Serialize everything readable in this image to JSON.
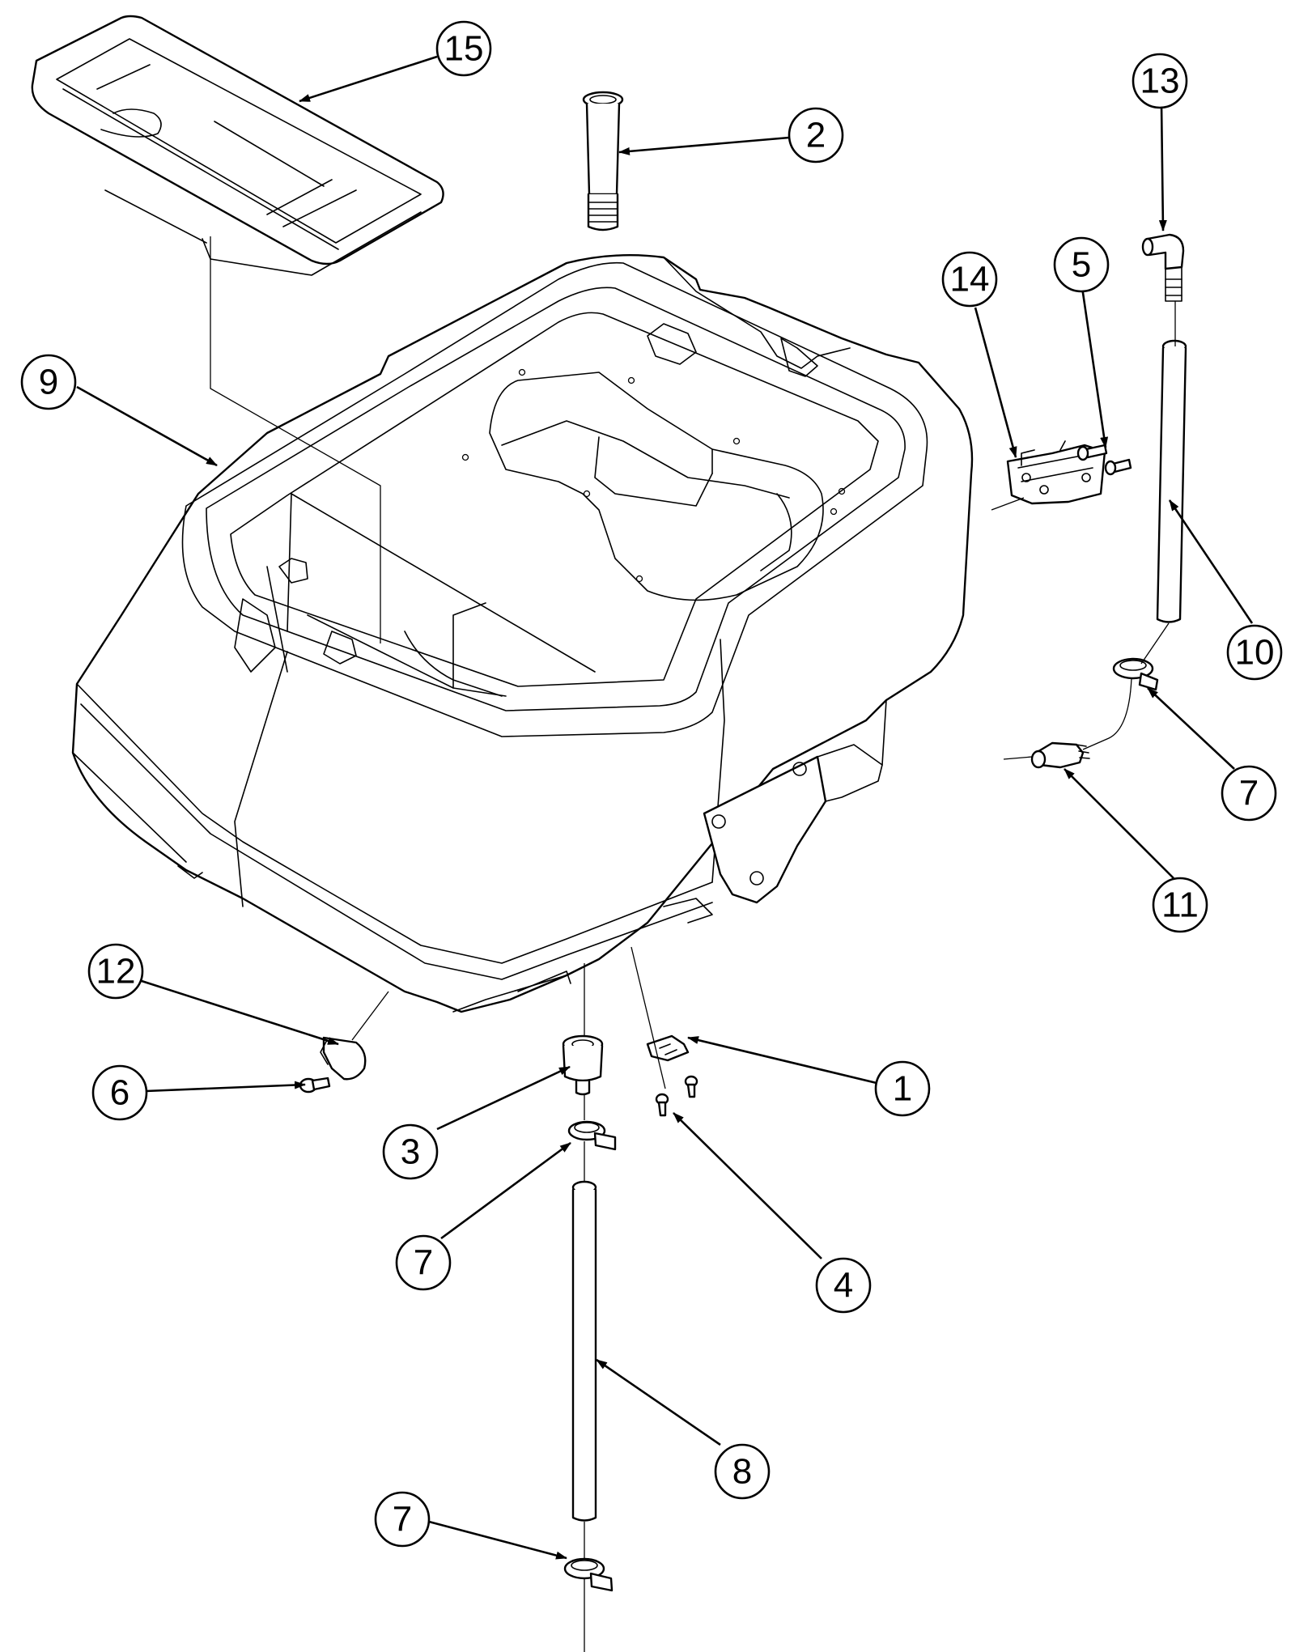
{
  "diagram": {
    "callouts": [
      {
        "id": "c15",
        "label": "15"
      },
      {
        "id": "c2",
        "label": "2"
      },
      {
        "id": "c13",
        "label": "13"
      },
      {
        "id": "c14",
        "label": "14"
      },
      {
        "id": "c5",
        "label": "5"
      },
      {
        "id": "c9",
        "label": "9"
      },
      {
        "id": "c10",
        "label": "10"
      },
      {
        "id": "c7a",
        "label": "7"
      },
      {
        "id": "c11",
        "label": "11"
      },
      {
        "id": "c12",
        "label": "12"
      },
      {
        "id": "c6",
        "label": "6"
      },
      {
        "id": "c1",
        "label": "1"
      },
      {
        "id": "c3",
        "label": "3"
      },
      {
        "id": "c7b",
        "label": "7"
      },
      {
        "id": "c4",
        "label": "4"
      },
      {
        "id": "c8",
        "label": "8"
      },
      {
        "id": "c7c",
        "label": "7"
      }
    ],
    "colors": {
      "line": "#000000",
      "background": "#ffffff"
    }
  }
}
